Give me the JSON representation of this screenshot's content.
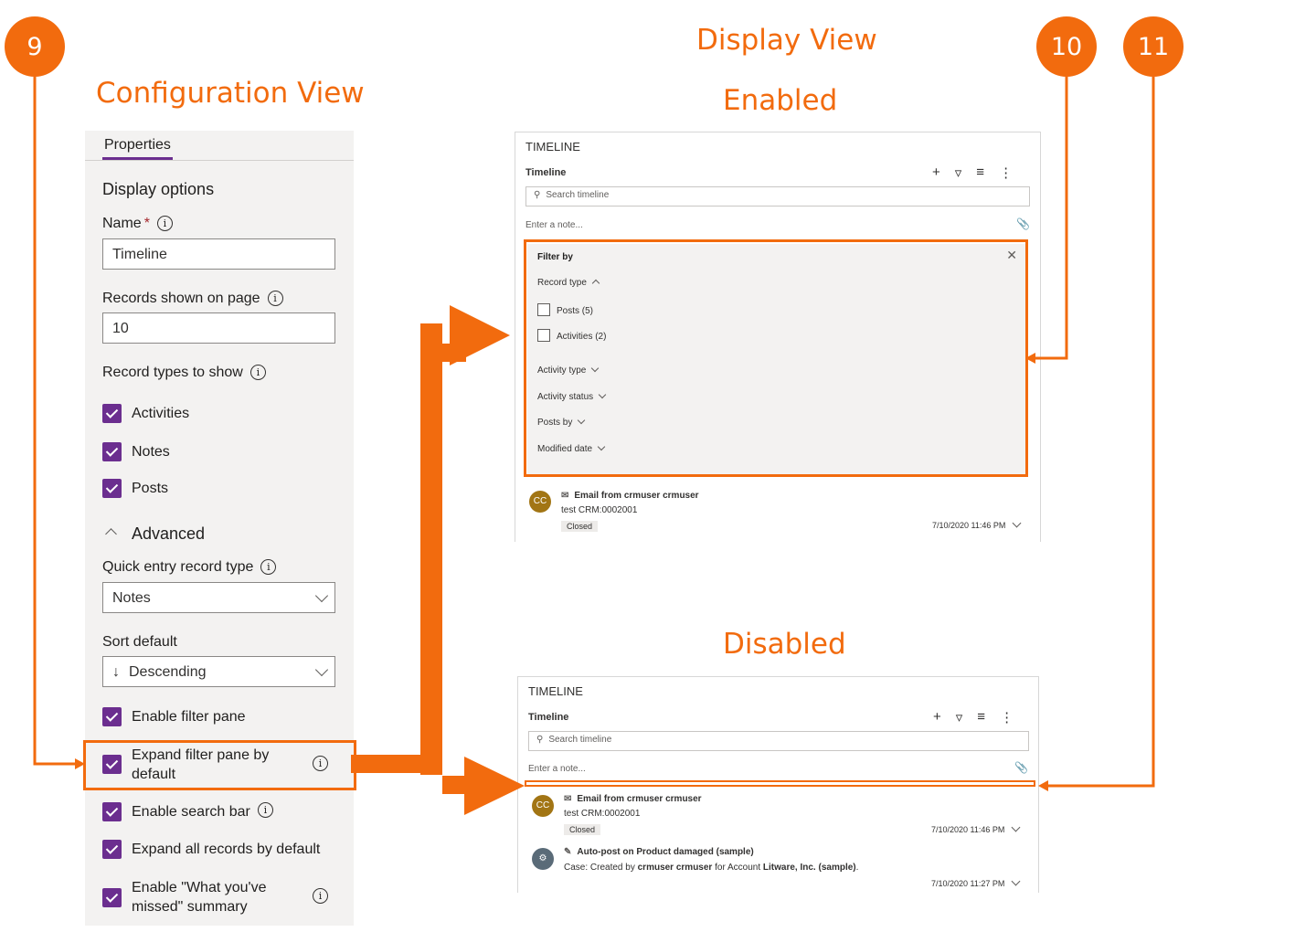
{
  "badges": [
    "9",
    "10",
    "11"
  ],
  "headings": {
    "config_view": "Configuration View",
    "display_view": "Display View",
    "enabled": "Enabled",
    "disabled": "Disabled"
  },
  "config": {
    "tab": "Properties",
    "display_options": "Display options",
    "name_label": "Name",
    "name_required": "*",
    "name_value": "Timeline",
    "records_label": "Records shown on page",
    "records_value": "10",
    "record_types_label": "Record types to show",
    "record_types": [
      "Activities",
      "Notes",
      "Posts"
    ],
    "advanced_label": "Advanced",
    "quick_entry_label": "Quick entry record type",
    "quick_entry_value": "Notes",
    "sort_label": "Sort default",
    "sort_value": "Descending",
    "options": [
      "Enable filter pane",
      "Expand filter pane by default",
      "Enable search bar",
      "Expand all records by default",
      "Enable \"What you've missed\" summary"
    ]
  },
  "timeline": {
    "caption": "TIMELINE",
    "subtitle": "Timeline",
    "search_placeholder": "Search timeline",
    "note_placeholder": "Enter a note...",
    "filter": {
      "title": "Filter by",
      "record_type": "Record type",
      "posts": "Posts (5)",
      "activities": "Activities (2)",
      "activity_type": "Activity type",
      "activity_status": "Activity status",
      "posts_by": "Posts by",
      "modified_date": "Modified date"
    },
    "records": [
      {
        "avatar": "CC",
        "avatar_color": "#a27514",
        "title": "Email from crmuser crmuser",
        "subtitle": "test CRM:0002001",
        "status": "Closed",
        "timestamp": "7/10/2020 11:46 PM"
      },
      {
        "avatar_color": "#5a6b78",
        "title": "Auto-post on Product damaged (sample)",
        "subtitle_prefix": "Case: Created by ",
        "subtitle_user": "crmuser crmuser",
        "subtitle_mid": " for Account ",
        "subtitle_account": "Litware, Inc. (sample)",
        "subtitle_end": ".",
        "timestamp": "7/10/2020 11:27 PM"
      }
    ]
  },
  "colors": {
    "accent": "#f26b0e",
    "checkbox": "#6b2e8f"
  }
}
